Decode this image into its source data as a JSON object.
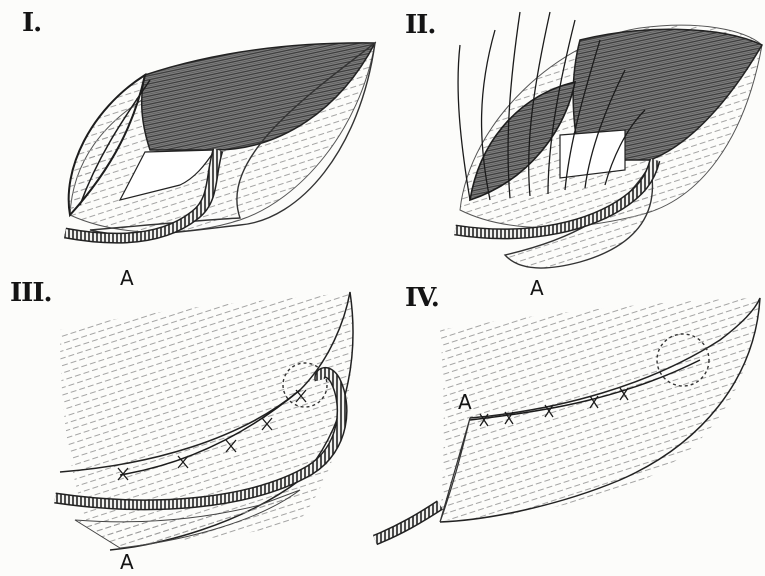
{
  "figure": {
    "panels": [
      {
        "numeral": "I.",
        "marker": "A"
      },
      {
        "numeral": "II.",
        "marker": "A"
      },
      {
        "numeral": "III.",
        "marker": "A"
      },
      {
        "numeral": "IV.",
        "marker": "A"
      }
    ]
  }
}
